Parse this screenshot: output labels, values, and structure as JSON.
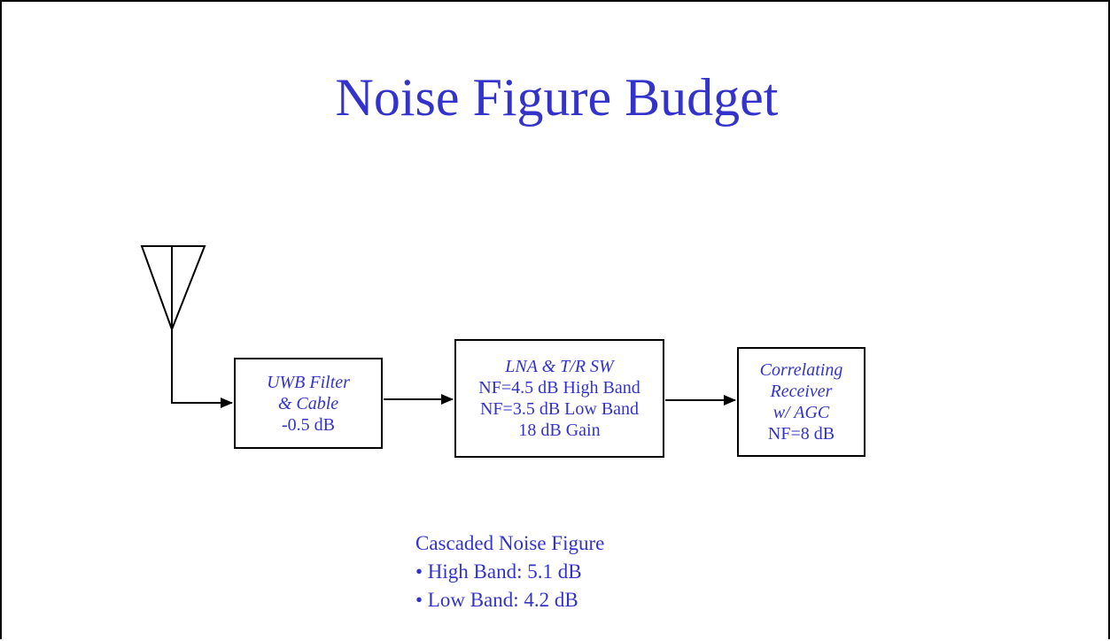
{
  "title": "Noise Figure Budget",
  "blocks": {
    "filter": {
      "lines": [
        "UWB Filter",
        "& Cable"
      ],
      "value": "-0.5 dB"
    },
    "lna": {
      "name": "LNA & T/R SW",
      "lines": [
        "NF=4.5 dB High Band",
        "NF=3.5 dB Low Band",
        "18 dB Gain"
      ]
    },
    "rx": {
      "lines": [
        "Correlating",
        "Receiver",
        "w/ AGC"
      ],
      "value": "NF=8 dB"
    }
  },
  "summary": {
    "heading": "Cascaded Noise Figure",
    "items": [
      "• High Band: 5.1 dB",
      "• Low Band: 4.2 dB"
    ]
  },
  "icons": [
    "antenna-icon",
    "arrow-icon"
  ],
  "colors": {
    "text": "#3333cc",
    "lines": "#000000",
    "background": "#ffffff"
  }
}
